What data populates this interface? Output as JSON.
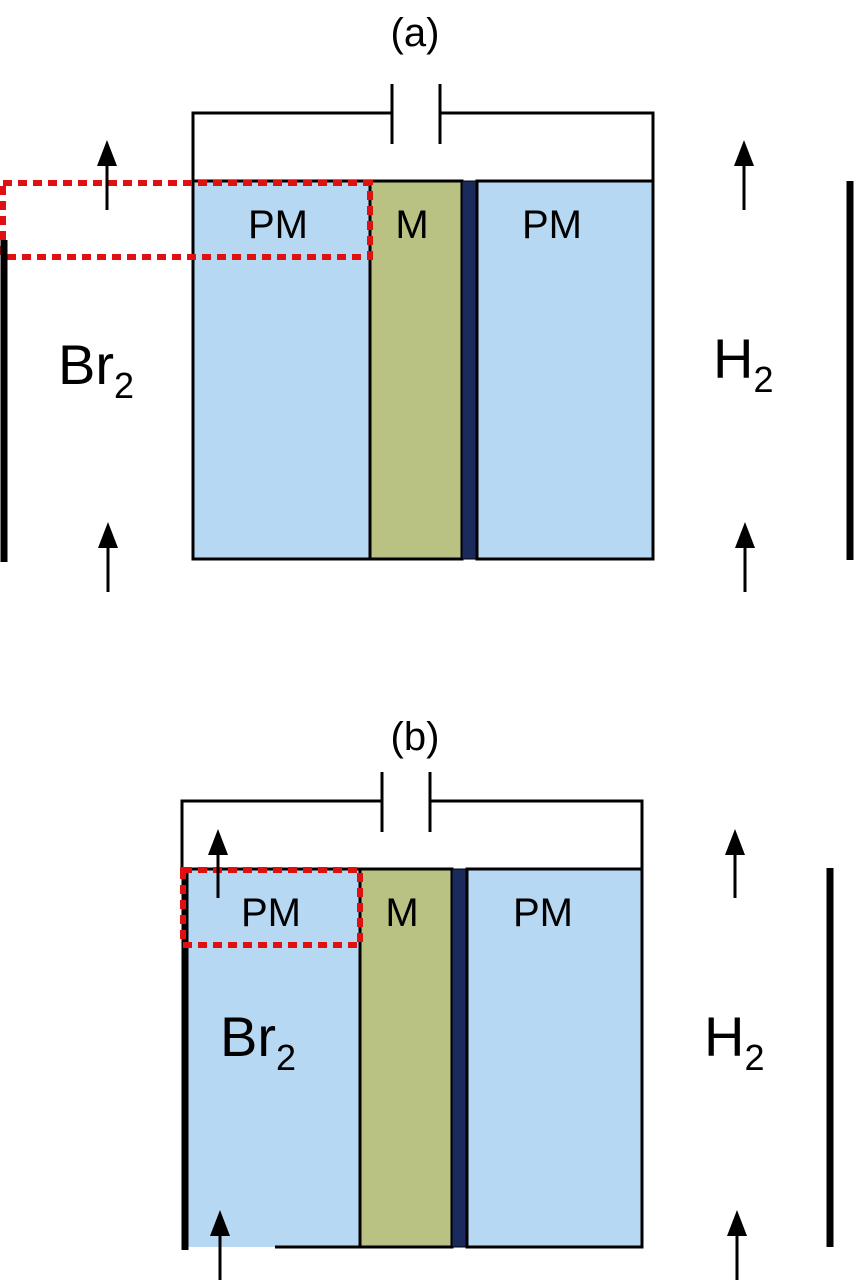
{
  "panels": [
    {
      "id": "a",
      "label": "(a)",
      "zones": {
        "left": "PM",
        "middle": "M",
        "right": "PM"
      },
      "left_gas": {
        "base": "Br",
        "sub": "2"
      },
      "right_gas": {
        "base": "H",
        "sub": "2"
      }
    },
    {
      "id": "b",
      "label": "(b)",
      "zones": {
        "left": "PM",
        "middle": "M",
        "right": "PM"
      },
      "left_gas": {
        "base": "Br",
        "sub": "2"
      },
      "right_gas": {
        "base": "H",
        "sub": "2"
      }
    }
  ],
  "colors": {
    "porous_media": "#b7d8f3",
    "membrane": "#b9c183",
    "catalyst_layer": "#1b2a5c",
    "highlight": "#e01010",
    "line": "#000000"
  }
}
